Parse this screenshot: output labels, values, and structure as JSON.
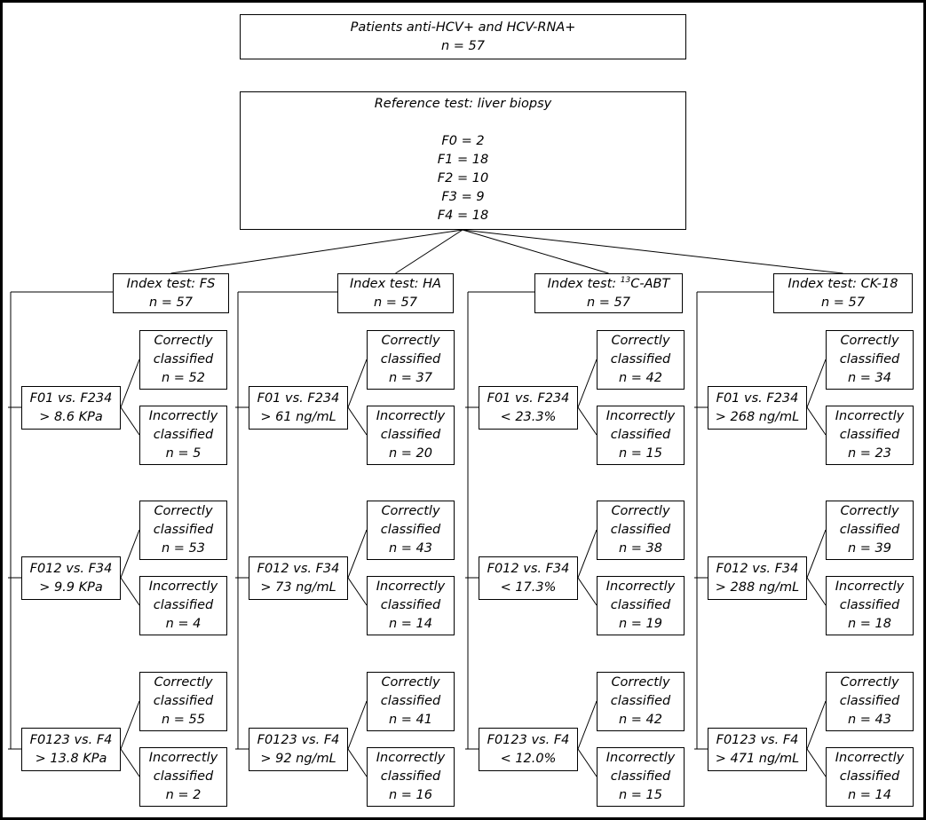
{
  "top": {
    "line1": "Patients anti-HCV+ and HCV-RNA+",
    "line2": "n = 57"
  },
  "reference": {
    "title": "Reference test: liver biopsy",
    "grades": [
      "F0 = 2",
      "F1 = 18",
      "F2 = 10",
      "F3 = 9",
      "F4 = 18"
    ]
  },
  "labels": {
    "correct": [
      "Correctly",
      "classified"
    ],
    "incorrect": [
      "Incorrectly",
      "classified"
    ]
  },
  "index_tests": [
    {
      "prefix": "Index test: ",
      "sup": "",
      "name": "FS",
      "n": "n = 57",
      "comparisons": [
        {
          "label": "F01 vs. F234",
          "cutoff": "> 8.6 KPa",
          "correct": "n = 52",
          "incorrect": "n = 5"
        },
        {
          "label": "F012 vs. F34",
          "cutoff": "> 9.9 KPa",
          "correct": "n = 53",
          "incorrect": "n = 4"
        },
        {
          "label": "F0123 vs. F4",
          "cutoff": "> 13.8 KPa",
          "correct": "n = 55",
          "incorrect": "n = 2"
        }
      ]
    },
    {
      "prefix": "Index test: ",
      "sup": "",
      "name": "HA",
      "n": "n = 57",
      "comparisons": [
        {
          "label": "F01 vs. F234",
          "cutoff": "> 61 ng/mL",
          "correct": "n = 37",
          "incorrect": "n = 20"
        },
        {
          "label": "F012 vs. F34",
          "cutoff": "> 73 ng/mL",
          "correct": "n = 43",
          "incorrect": "n = 14"
        },
        {
          "label": "F0123 vs. F4",
          "cutoff": "> 92 ng/mL",
          "correct": "n = 41",
          "incorrect": "n = 16"
        }
      ]
    },
    {
      "prefix": "Index test: ",
      "sup": "13",
      "name": "C-ABT",
      "n": "n = 57",
      "comparisons": [
        {
          "label": "F01 vs. F234",
          "cutoff": "< 23.3%",
          "correct": "n = 42",
          "incorrect": "n = 15"
        },
        {
          "label": "F012 vs. F34",
          "cutoff": "< 17.3%",
          "correct": "n = 38",
          "incorrect": "n = 19"
        },
        {
          "label": "F0123 vs. F4",
          "cutoff": "< 12.0%",
          "correct": "n = 42",
          "incorrect": "n = 15"
        }
      ]
    },
    {
      "prefix": "Index test: ",
      "sup": "",
      "name": "CK-18",
      "n": "n = 57",
      "comparisons": [
        {
          "label": "F01 vs. F234",
          "cutoff": "> 268 ng/mL",
          "correct": "n = 34",
          "incorrect": "n = 23"
        },
        {
          "label": "F012 vs. F34",
          "cutoff": "> 288 ng/mL",
          "correct": "n = 39",
          "incorrect": "n = 18"
        },
        {
          "label": "F0123 vs. F4",
          "cutoff": "> 471 ng/mL",
          "correct": "n = 43",
          "incorrect": "n = 14"
        }
      ]
    }
  ]
}
